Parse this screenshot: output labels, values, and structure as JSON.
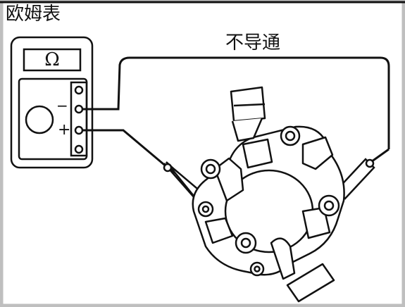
{
  "meter": {
    "title": "欧姆表",
    "unit_symbol": "Ω",
    "minus_terminal": "−",
    "plus_terminal": "+"
  },
  "result": {
    "status": "不导通"
  },
  "colors": {
    "background": "#ffffff",
    "border": "#bfbfbf",
    "line": "#111111"
  }
}
